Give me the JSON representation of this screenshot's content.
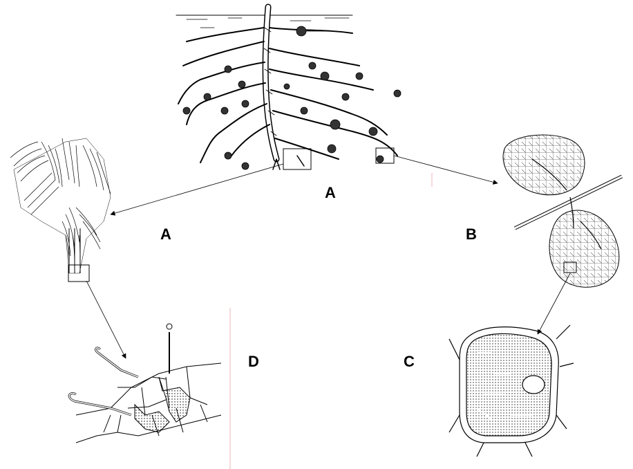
{
  "labels": {
    "top": "A",
    "left": "A",
    "right": "B",
    "bottom_right": "C",
    "bottom_left": "D"
  },
  "colors": {
    "ink": "#000000",
    "divider": "#e8b4b8",
    "background": "#ffffff"
  }
}
